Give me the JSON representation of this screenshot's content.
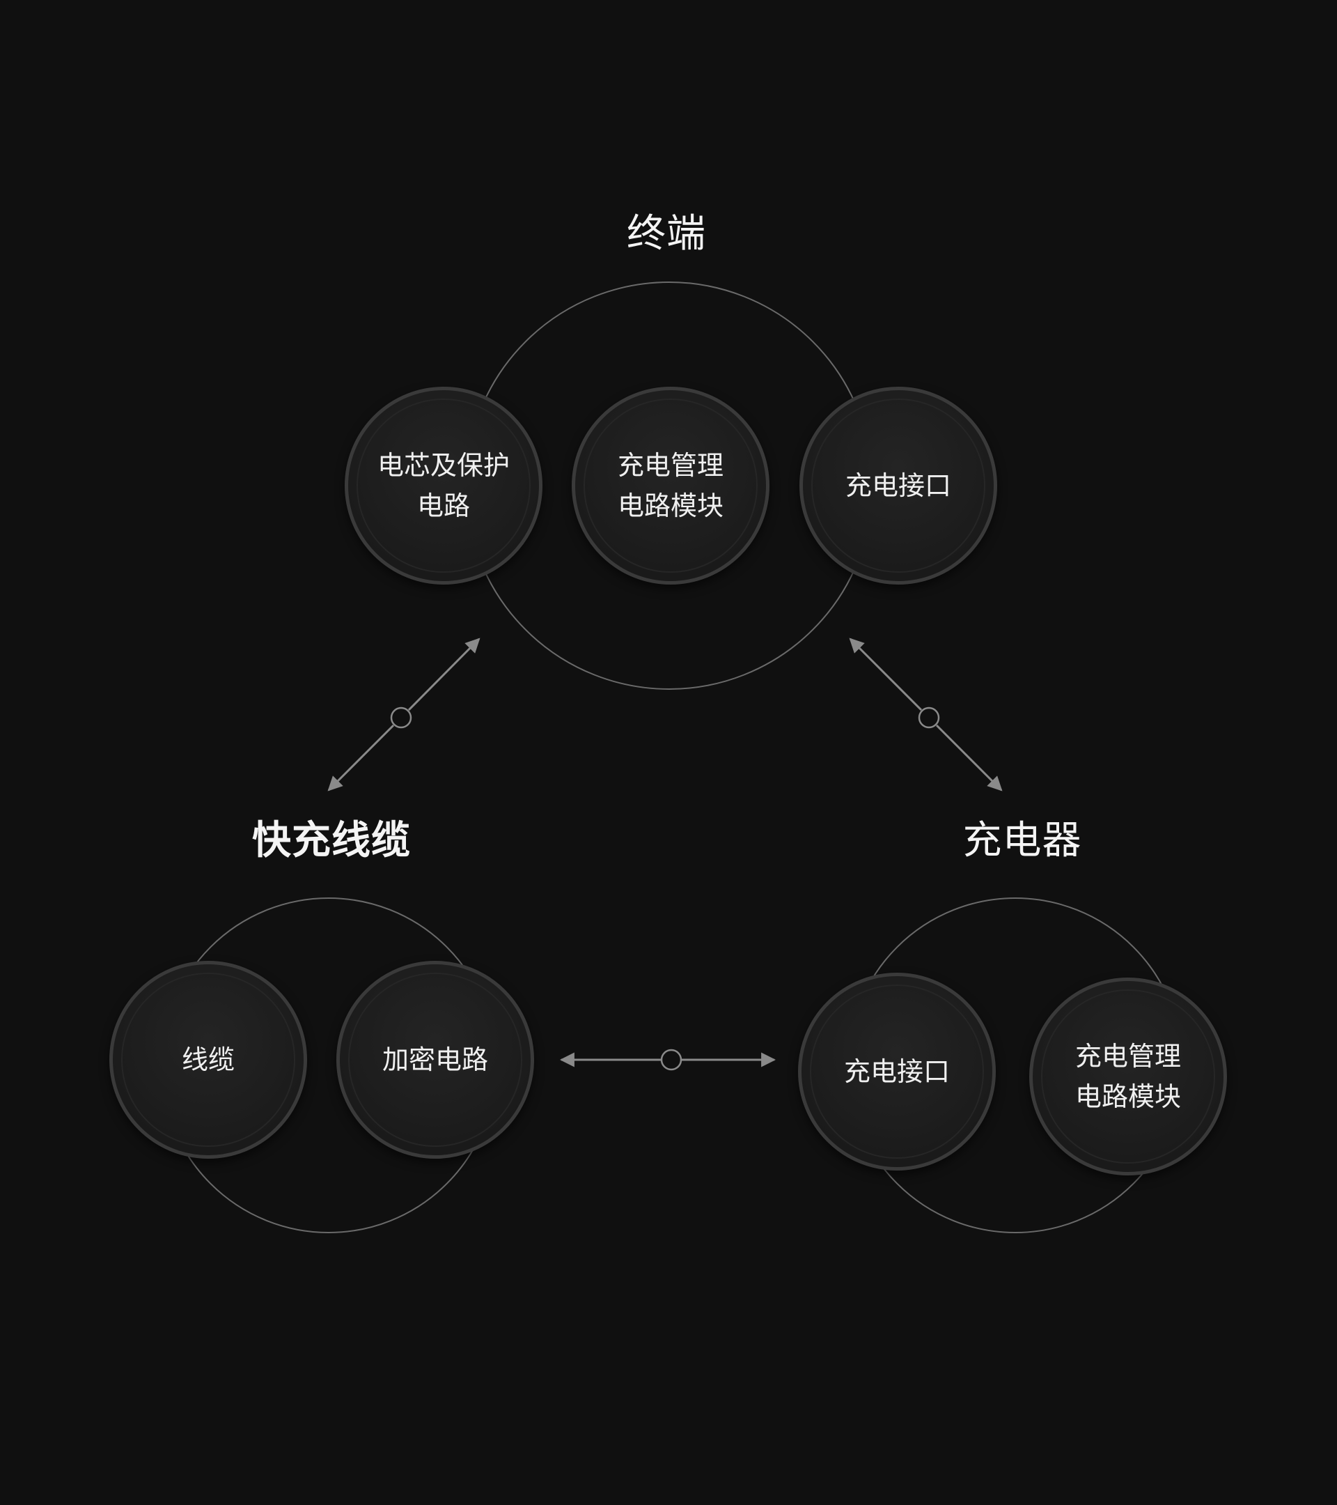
{
  "groups": {
    "terminal": {
      "title": "终端",
      "nodes": [
        {
          "lines": [
            "电芯及保护",
            "电路"
          ]
        },
        {
          "lines": [
            "充电管理",
            "电路模块"
          ]
        },
        {
          "lines": [
            "充电接口"
          ]
        }
      ]
    },
    "cable": {
      "title": "快充线缆",
      "nodes": [
        {
          "lines": [
            "线缆"
          ]
        },
        {
          "lines": [
            "加密电路"
          ]
        }
      ]
    },
    "charger": {
      "title": "充电器",
      "nodes": [
        {
          "lines": [
            "充电接口"
          ]
        },
        {
          "lines": [
            "充电管理",
            "电路模块"
          ]
        }
      ]
    }
  },
  "connectors": [
    {
      "from": "terminal",
      "to": "cable",
      "bidirectional": true
    },
    {
      "from": "terminal",
      "to": "charger",
      "bidirectional": true
    },
    {
      "from": "cable",
      "to": "charger",
      "bidirectional": true
    }
  ],
  "colors": {
    "background": "#101010",
    "outline": "#6a6a6a",
    "node_border": "#3a3a3a",
    "text": "#f2f2f2"
  }
}
